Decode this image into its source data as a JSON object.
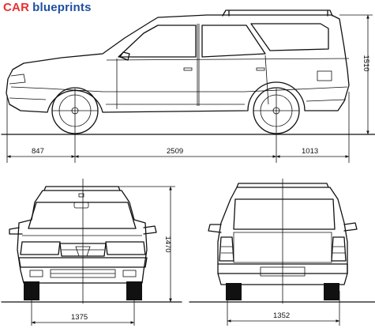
{
  "logo": {
    "brand": "CAR",
    "word": "blueprints"
  },
  "dimensions": {
    "front_overhang": "847",
    "wheelbase": "2509",
    "rear_overhang": "1013",
    "height": "1510",
    "front_height": "1470",
    "front_track": "1375",
    "rear_track": "1352"
  },
  "colors": {
    "logo_brand": "#e8312f",
    "logo_word": "#1e4f9e",
    "line": "#111111"
  }
}
